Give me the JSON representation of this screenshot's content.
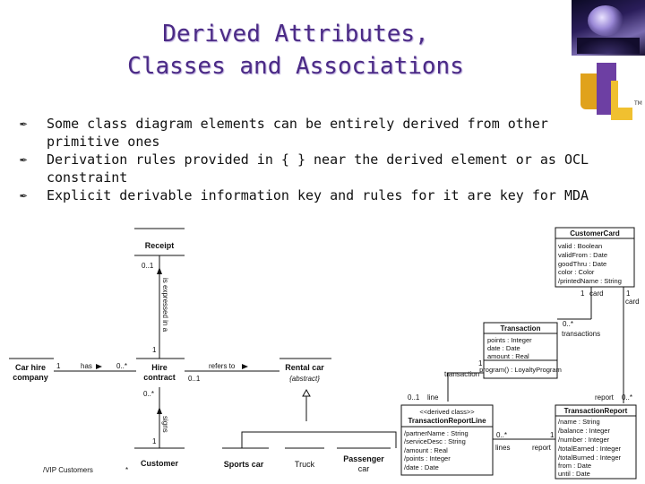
{
  "slide": {
    "title_line1": "Derived Attributes,",
    "title_line2": "Classes and Associations",
    "bullets": [
      "Some class diagram elements can be entirely derived from other primitive ones",
      "Derivation rules provided in { } near the derived element or as OCL constraint",
      "Explicit derivable information key and rules for it are key for MDA"
    ],
    "bullet_icon": "pen-nib-icon",
    "logo_tm": "TM"
  },
  "diagram": {
    "receipt": "Receipt",
    "receipt_mult": "0..1",
    "receipt_assoc": "is expressed in a",
    "receipt_hire_mult": "1",
    "hire_company_1": "Car hire",
    "hire_company_2": "company",
    "hire_company_mult": "1",
    "has_label": "has",
    "has_mult": "0..*",
    "hire_contract_1": "Hire",
    "hire_contract_2": "contract",
    "refers_to": "refers to",
    "refers_mult": "0..1",
    "rental_car": "Rental car",
    "rental_abstract": "{abstract}",
    "hire_signs_mult": "0..*",
    "signs": "signs",
    "customer_signs_mult": "1",
    "customer": "Customer",
    "vip_customers": "/VIP Customers",
    "vip_star": "*",
    "sports_car": "Sports car",
    "truck": "Truck",
    "passenger_car_1": "Passenger",
    "passenger_car_2": "car",
    "customer_card": {
      "name": "CustomerCard",
      "attrs": [
        "valid : Boolean",
        "validFrom : Date",
        "goodThru : Date",
        "color : Color",
        "/printedName : String"
      ]
    },
    "card_role": "card",
    "card_mult_left": "1",
    "card_mult_right": "1",
    "card_role_right": "card",
    "transaction": {
      "name": "Transaction",
      "attrs": [
        "points : Integer",
        "date : Date",
        "amount : Real"
      ],
      "ops": [
        "program() : LoyaltyProgram"
      ]
    },
    "transactions_mult": "0..*",
    "transactions_role": "transactions",
    "transaction_mult": "1",
    "transaction_role": "transaction",
    "line_mult": "0..1",
    "line_role": "line",
    "report_role": "report",
    "report_mult": "0..*",
    "trl": {
      "stereotype": "<<derived class>>",
      "name": "TransactionReportLine",
      "attrs": [
        "/partnerName : String",
        "/serviceDesc : String",
        "/amount : Real",
        "/points : Integer",
        "/date : Date"
      ]
    },
    "lines_mult": "0..*",
    "lines_role": "lines",
    "report_role2": "report",
    "report_mult2": "1",
    "tr": {
      "name": "TransactionReport",
      "attrs": [
        "/name : String",
        "/balance : Integer",
        "/number : Integer",
        "/totalEarned : Integer",
        "/totalBurned : Integer",
        "from : Date",
        "until : Date"
      ]
    }
  }
}
